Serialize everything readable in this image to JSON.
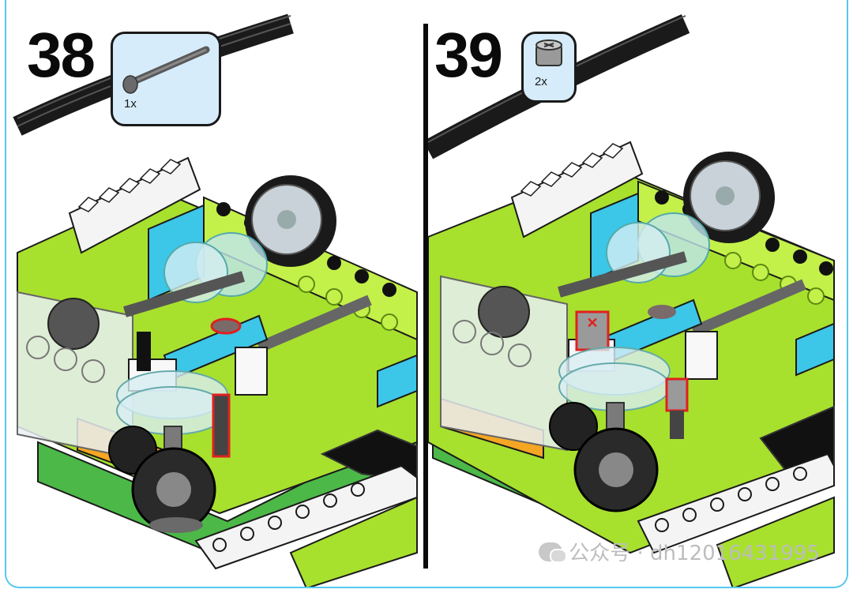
{
  "steps": [
    {
      "number": "38",
      "part": "axle",
      "quantity": "1x"
    },
    {
      "number": "39",
      "part": "bush",
      "quantity": "2x"
    }
  ],
  "watermark": {
    "text": "公众号 · dh12016431995",
    "icon": "wechat-icon"
  },
  "colors": {
    "lime": "#a8e02e",
    "dark_lime": "#7fb81c",
    "cyan": "#3cc6e8",
    "orange": "#f5a623",
    "black": "#111111",
    "grey": "#7a7a7a",
    "green_base": "#4cb848",
    "highlight_red": "#e02020"
  }
}
